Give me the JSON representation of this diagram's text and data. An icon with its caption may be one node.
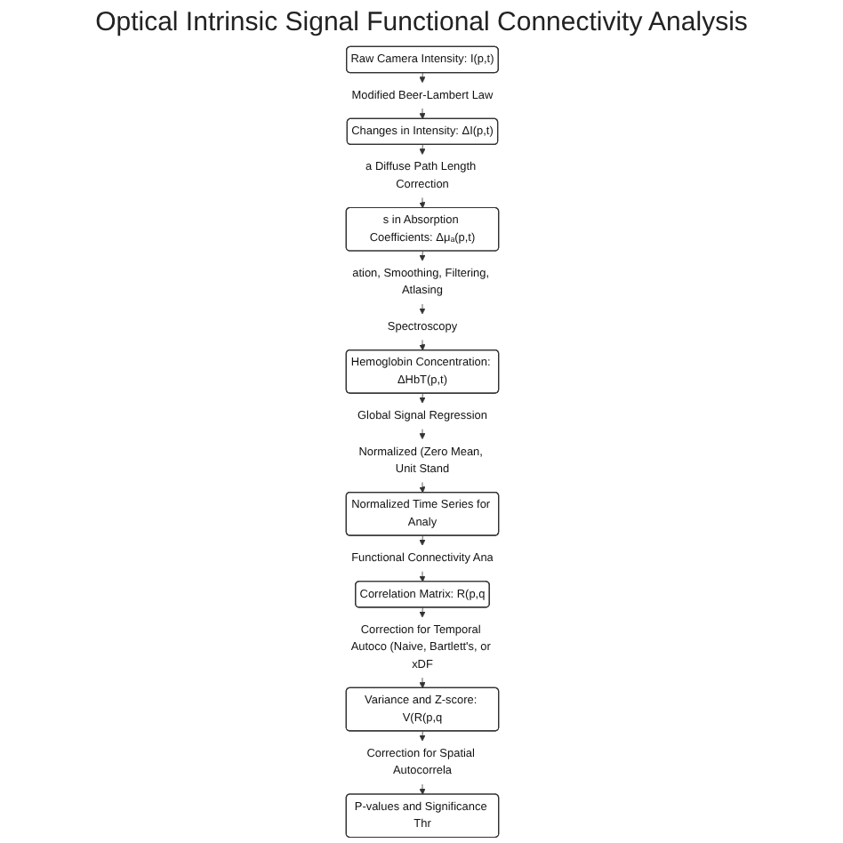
{
  "diagram": {
    "title": "Optical Intrinsic Signal Functional Connectivity Analysis",
    "nodes": [
      {
        "text": [
          "Raw Camera Intensity: I(p,t)"
        ]
      },
      {
        "text": [
          "Modified Beer-Lambert Law"
        ]
      },
      {
        "text": [
          "Changes in Intensity: ΔI(p,t)"
        ]
      },
      {
        "text": [
          "a Diffuse Path Length Correction"
        ]
      },
      {
        "text": [
          "s in Absorption Coefficients: Δμₐ(p,t)"
        ]
      },
      {
        "text": [
          "ation, Smoothing, Filtering, Atlasing"
        ]
      },
      {
        "text": [
          "Spectroscopy"
        ]
      },
      {
        "text": [
          "Hemoglobin Concentration: ΔHbT(p,t)"
        ]
      },
      {
        "text": [
          "Global Signal Regression"
        ]
      },
      {
        "text": [
          "Normalized (Zero Mean, Unit Stand"
        ]
      },
      {
        "text": [
          "Normalized Time Series for Analy"
        ]
      },
      {
        "text": [
          "Functional Connectivity Ana"
        ]
      },
      {
        "text": [
          "Correlation Matrix: R(p,q"
        ]
      },
      {
        "text": [
          "Correction for Temporal Autoco (Naive, Bartlett's, or xDF"
        ]
      },
      {
        "text": [
          "Variance and Z-score: V(R(p,q"
        ]
      },
      {
        "text": [
          "Correction for Spatial Autocorrela"
        ]
      },
      {
        "text": [
          "P-values and Significance Thr"
        ]
      }
    ],
    "edges": [
      {
        "from": 0,
        "to": 1,
        "arrow": "to"
      },
      {
        "from": 1,
        "to": 2,
        "arrow": "to"
      },
      {
        "from": 2,
        "to": 3,
        "arrow": "to"
      },
      {
        "from": 3,
        "to": 4,
        "arrow": "to"
      },
      {
        "from": 4,
        "to": 5,
        "arrow": "to"
      },
      {
        "from": 5,
        "to": 6,
        "arrow": "to"
      },
      {
        "from": 6,
        "to": 7,
        "arrow": "to"
      },
      {
        "from": 7,
        "to": 8,
        "arrow": "to"
      },
      {
        "from": 8,
        "to": 9,
        "arrow": "to"
      },
      {
        "from": 9,
        "to": 10,
        "arrow": "to"
      },
      {
        "from": 10,
        "to": 11,
        "arrow": "to"
      },
      {
        "from": 11,
        "to": 12,
        "arrow": "to"
      },
      {
        "from": 12,
        "to": 13,
        "arrow": "to"
      },
      {
        "from": 13,
        "to": 14,
        "arrow": "to"
      },
      {
        "from": 14,
        "to": 15,
        "arrow": "to"
      },
      {
        "from": 15,
        "to": 16,
        "arrow": "to"
      }
    ]
  }
}
